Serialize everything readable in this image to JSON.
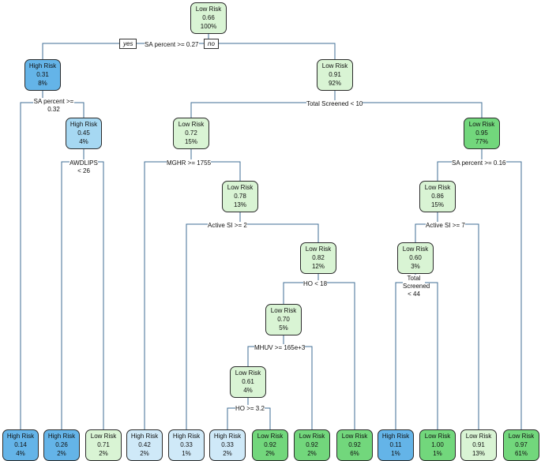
{
  "colors": {
    "high_risk_deep": "#64b4e8",
    "high_risk_mid": "#a6d8f2",
    "high_risk_light": "#cfe9f8",
    "low_risk_light": "#d9f4d4",
    "low_risk_mid": "#b6eab0",
    "low_risk_deep": "#72d77c",
    "edge": "#3f6e96"
  },
  "branch_labels": {
    "yes": "yes",
    "no": "no"
  },
  "nodes": [
    {
      "id": "n1",
      "label": "Low Risk",
      "prob": "0.66",
      "pct": "100%",
      "color": "low_risk_light"
    },
    {
      "id": "n2",
      "label": "High Risk",
      "prob": "0.31",
      "pct": "8%",
      "color": "high_risk_deep"
    },
    {
      "id": "n3",
      "label": "Low Risk",
      "prob": "0.91",
      "pct": "92%",
      "color": "low_risk_light"
    },
    {
      "id": "n5",
      "label": "High Risk",
      "prob": "0.45",
      "pct": "4%",
      "color": "high_risk_mid"
    },
    {
      "id": "n6",
      "label": "Low Risk",
      "prob": "0.72",
      "pct": "15%",
      "color": "low_risk_light"
    },
    {
      "id": "n7",
      "label": "Low Risk",
      "prob": "0.95",
      "pct": "77%",
      "color": "low_risk_deep"
    },
    {
      "id": "n13",
      "label": "Low Risk",
      "prob": "0.78",
      "pct": "13%",
      "color": "low_risk_light"
    },
    {
      "id": "n14",
      "label": "Low Risk",
      "prob": "0.86",
      "pct": "15%",
      "color": "low_risk_light"
    },
    {
      "id": "n27",
      "label": "Low Risk",
      "prob": "0.82",
      "pct": "12%",
      "color": "low_risk_light"
    },
    {
      "id": "n28",
      "label": "Low Risk",
      "prob": "0.60",
      "pct": "3%",
      "color": "low_risk_light"
    },
    {
      "id": "n54",
      "label": "Low Risk",
      "prob": "0.70",
      "pct": "5%",
      "color": "low_risk_light"
    },
    {
      "id": "n108",
      "label": "Low Risk",
      "prob": "0.61",
      "pct": "4%",
      "color": "low_risk_light"
    },
    {
      "id": "L1",
      "label": "High Risk",
      "prob": "0.14",
      "pct": "4%",
      "color": "high_risk_deep"
    },
    {
      "id": "L2",
      "label": "High Risk",
      "prob": "0.26",
      "pct": "2%",
      "color": "high_risk_deep"
    },
    {
      "id": "L3",
      "label": "Low Risk",
      "prob": "0.71",
      "pct": "2%",
      "color": "low_risk_light"
    },
    {
      "id": "L4",
      "label": "High Risk",
      "prob": "0.42",
      "pct": "2%",
      "color": "high_risk_light"
    },
    {
      "id": "L5",
      "label": "High Risk",
      "prob": "0.33",
      "pct": "1%",
      "color": "high_risk_light"
    },
    {
      "id": "L6",
      "label": "High Risk",
      "prob": "0.33",
      "pct": "2%",
      "color": "high_risk_light"
    },
    {
      "id": "L7",
      "label": "Low Risk",
      "prob": "0.92",
      "pct": "2%",
      "color": "low_risk_deep"
    },
    {
      "id": "L8",
      "label": "Low Risk",
      "prob": "0.92",
      "pct": "2%",
      "color": "low_risk_deep"
    },
    {
      "id": "L9",
      "label": "Low Risk",
      "prob": "0.92",
      "pct": "6%",
      "color": "low_risk_deep"
    },
    {
      "id": "L10",
      "label": "High Risk",
      "prob": "0.11",
      "pct": "1%",
      "color": "high_risk_deep"
    },
    {
      "id": "L11",
      "label": "Low Risk",
      "prob": "1.00",
      "pct": "1%",
      "color": "low_risk_deep"
    },
    {
      "id": "L12",
      "label": "Low Risk",
      "prob": "0.91",
      "pct": "13%",
      "color": "low_risk_light"
    },
    {
      "id": "L13",
      "label": "Low Risk",
      "prob": "0.97",
      "pct": "61%",
      "color": "low_risk_deep"
    }
  ],
  "splits": [
    {
      "id": "s1",
      "text": "SA percent >= 0.27"
    },
    {
      "id": "s2",
      "text": "SA percent >= 0.32"
    },
    {
      "id": "s3",
      "text": "Total Screened < 10"
    },
    {
      "id": "s5",
      "text": "AWDLIPS < 26"
    },
    {
      "id": "s6",
      "text": "MGHR >= 1755"
    },
    {
      "id": "s7",
      "text": "SA percent >= 0.16"
    },
    {
      "id": "s13",
      "text": "Active SI >= 2"
    },
    {
      "id": "s14",
      "text": "Active SI >= 7"
    },
    {
      "id": "s27",
      "text": "HO < 18"
    },
    {
      "id": "s28",
      "text": "Total Screened < 44"
    },
    {
      "id": "s54",
      "text": "MHUV >= 165e+3"
    },
    {
      "id": "s108",
      "text": "HO >= 3.2"
    }
  ]
}
